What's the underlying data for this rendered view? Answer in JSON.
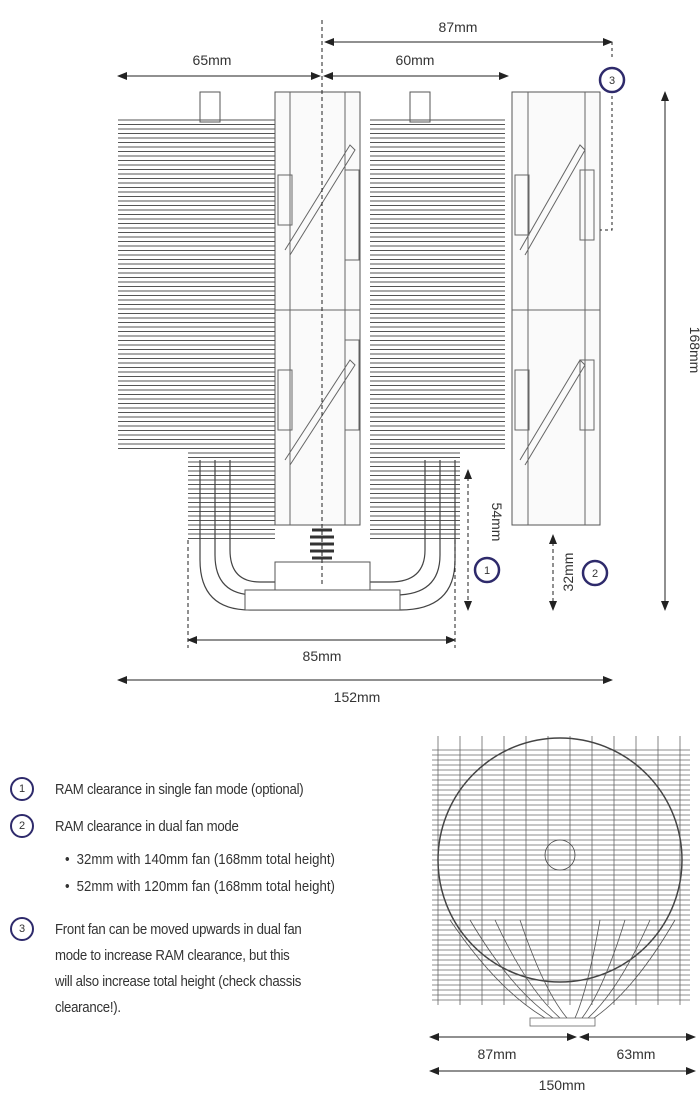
{
  "dimensions": {
    "top_total": "87mm",
    "left_offset": "65mm",
    "right_offset": "60mm",
    "height": "168mm",
    "ram_single": "54mm",
    "ram_dual": "32mm",
    "base_width": "85mm",
    "total_width": "152mm",
    "front_left": "87mm",
    "front_right": "63mm",
    "front_total": "150mm"
  },
  "markers": [
    "1",
    "2",
    "3"
  ],
  "legend": {
    "items": [
      {
        "number": "1",
        "text": "RAM clearance in single fan mode (optional)"
      },
      {
        "number": "2",
        "text": "RAM clearance in dual fan mode"
      },
      {
        "number": "3",
        "lines": [
          "Front fan can be moved upwards in dual fan",
          "mode to increase RAM clearance, but this",
          "will also increase total height (check chassis",
          "clearance!)."
        ]
      }
    ],
    "bullets": [
      "32mm with 140mm fan (168mm total height)",
      "52mm with 120mm fan (168mm total height)"
    ]
  },
  "colors": {
    "marker_ring": "#2e2a6b",
    "line": "#333333"
  }
}
